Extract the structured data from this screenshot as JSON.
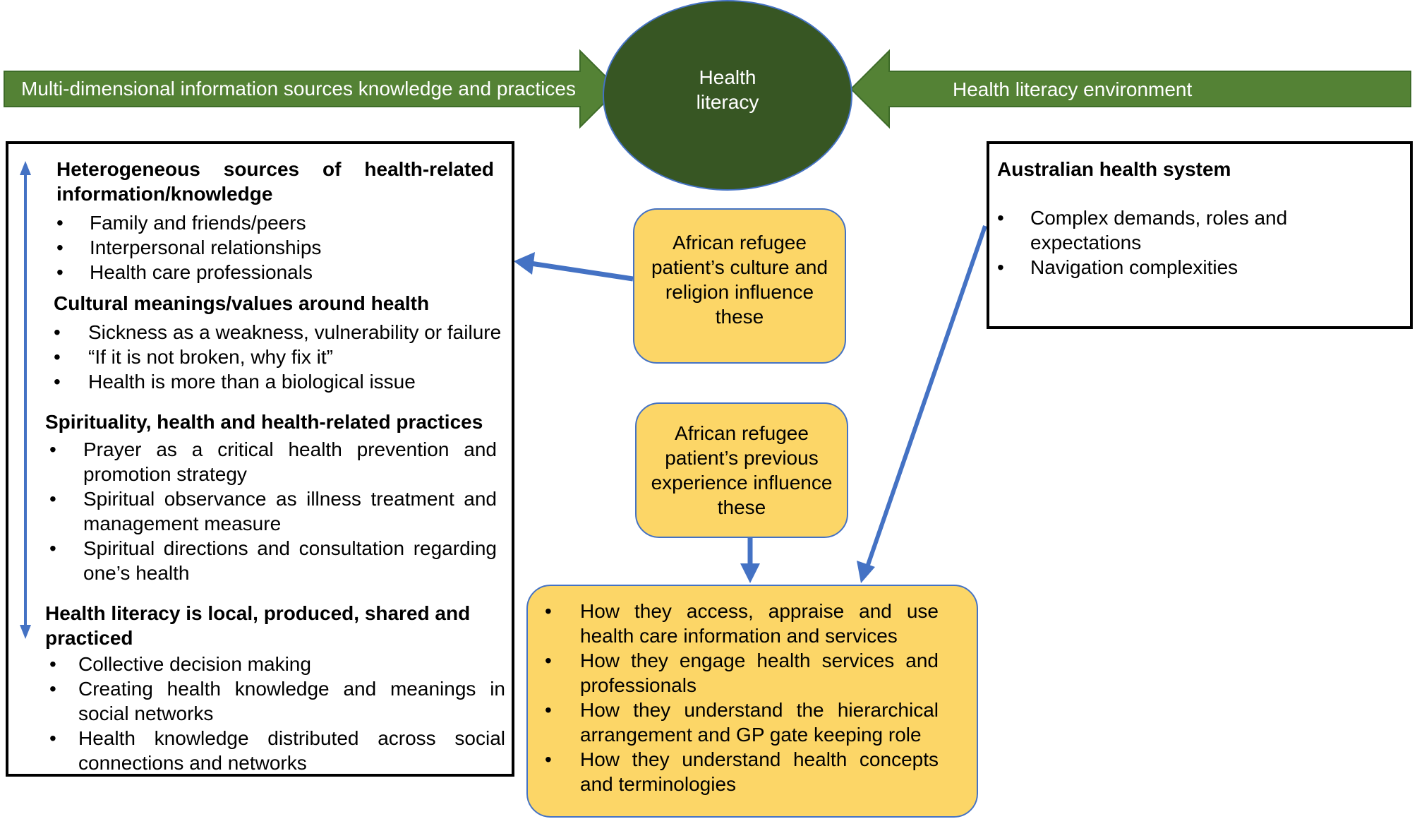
{
  "top": {
    "left_arrow": "Multi-dimensional information sources knowledge and practices",
    "center": "Health literacy",
    "right_arrow": "Health literacy environment"
  },
  "left_box": {
    "sections": [
      {
        "heading": "Heterogeneous sources of health-related information/knowledge",
        "items": [
          "Family and friends/peers",
          "Interpersonal relationships",
          "Health care professionals"
        ]
      },
      {
        "heading": "Cultural meanings/values around health",
        "items": [
          "Sickness as a weakness, vulnerability or failure",
          "“If it is not broken, why fix it”",
          "Health is more than a biological issue"
        ]
      },
      {
        "heading": "Spirituality, health and health-related practices",
        "items": [
          "Prayer as a critical health prevention and promotion strategy",
          "Spiritual observance as illness treatment and management measure",
          "Spiritual directions and consultation regarding one’s health"
        ]
      },
      {
        "heading": "Health literacy is local, produced, shared and practiced",
        "items": [
          "Collective decision making",
          "Creating health knowledge and meanings in social networks",
          "Health knowledge distributed across social connections and networks"
        ]
      }
    ]
  },
  "right_box": {
    "heading": "Australian health system",
    "items": [
      "Complex demands, roles and expectations",
      "Navigation complexities"
    ]
  },
  "culture_box": "African refugee patient’s culture and religion influence these",
  "experience_box": "African refugee patient’s previous experience influence these",
  "bottom_box": {
    "items": [
      "How they access, appraise and use health care information and services",
      "How they engage health services and professionals",
      "How they understand the hierarchical arrangement and GP gate keeping role",
      "How they understand health concepts and terminologies"
    ]
  },
  "bullet": "•",
  "colors": {
    "arrow_green": "#548235",
    "ellipse": "#375623",
    "yellow": "#fcd667",
    "blue": "#4472c4"
  }
}
